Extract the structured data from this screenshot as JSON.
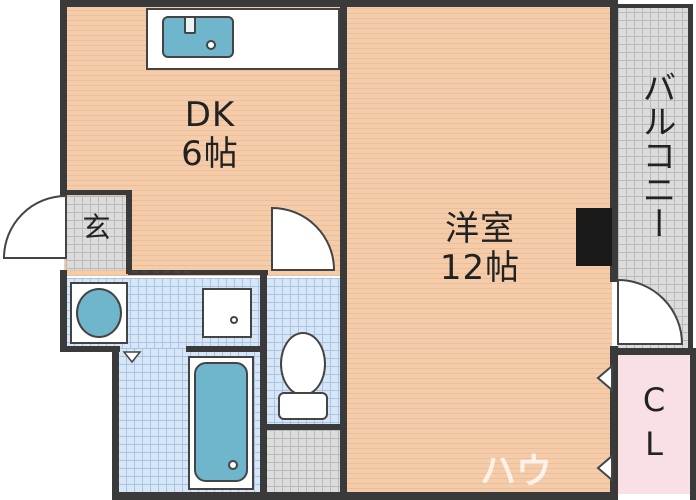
{
  "rooms": {
    "dk": {
      "name": "DK",
      "size": "6帖"
    },
    "western": {
      "name": "洋室",
      "size": "12帖"
    },
    "entrance": {
      "name": "玄"
    },
    "balcony": {
      "name": "バルコニー"
    },
    "closet": {
      "name": "CL"
    }
  },
  "watermark": "ハウ",
  "colors": {
    "floor_wood": "#f5cca9",
    "floor_tile": "#d6e6f7",
    "floor_grey": "#dcdcdc",
    "fixture": "#6fb6cc",
    "wall": "#3a3a3a"
  }
}
